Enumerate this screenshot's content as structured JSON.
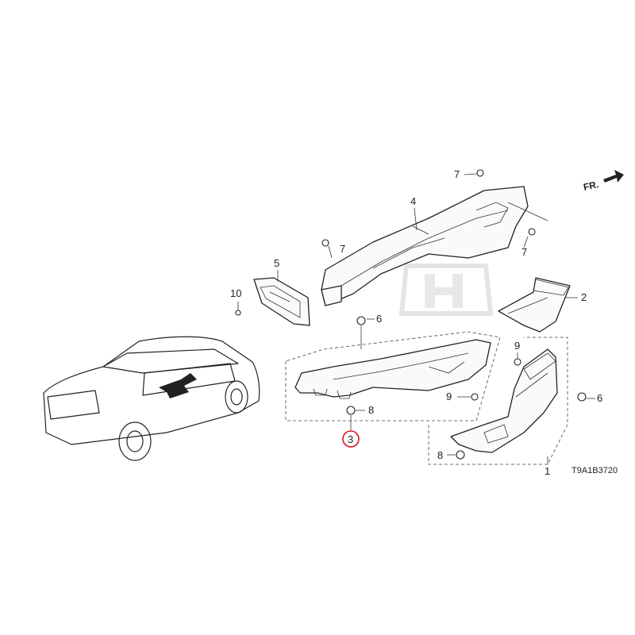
{
  "diagram": {
    "drawing_code": "T9A1B3720",
    "direction_label": "FR.",
    "highlighted_part": "3",
    "highlight_color": "#e0101e",
    "callouts": {
      "p1": "1",
      "p2": "2",
      "p3": "3",
      "p4": "4",
      "p5": "5",
      "p6a": "6",
      "p6b": "6",
      "p7a": "7",
      "p7b": "7",
      "p7c": "7",
      "p8a": "8",
      "p8b": "8",
      "p9a": "9",
      "p9b": "9",
      "p10": "10"
    }
  }
}
